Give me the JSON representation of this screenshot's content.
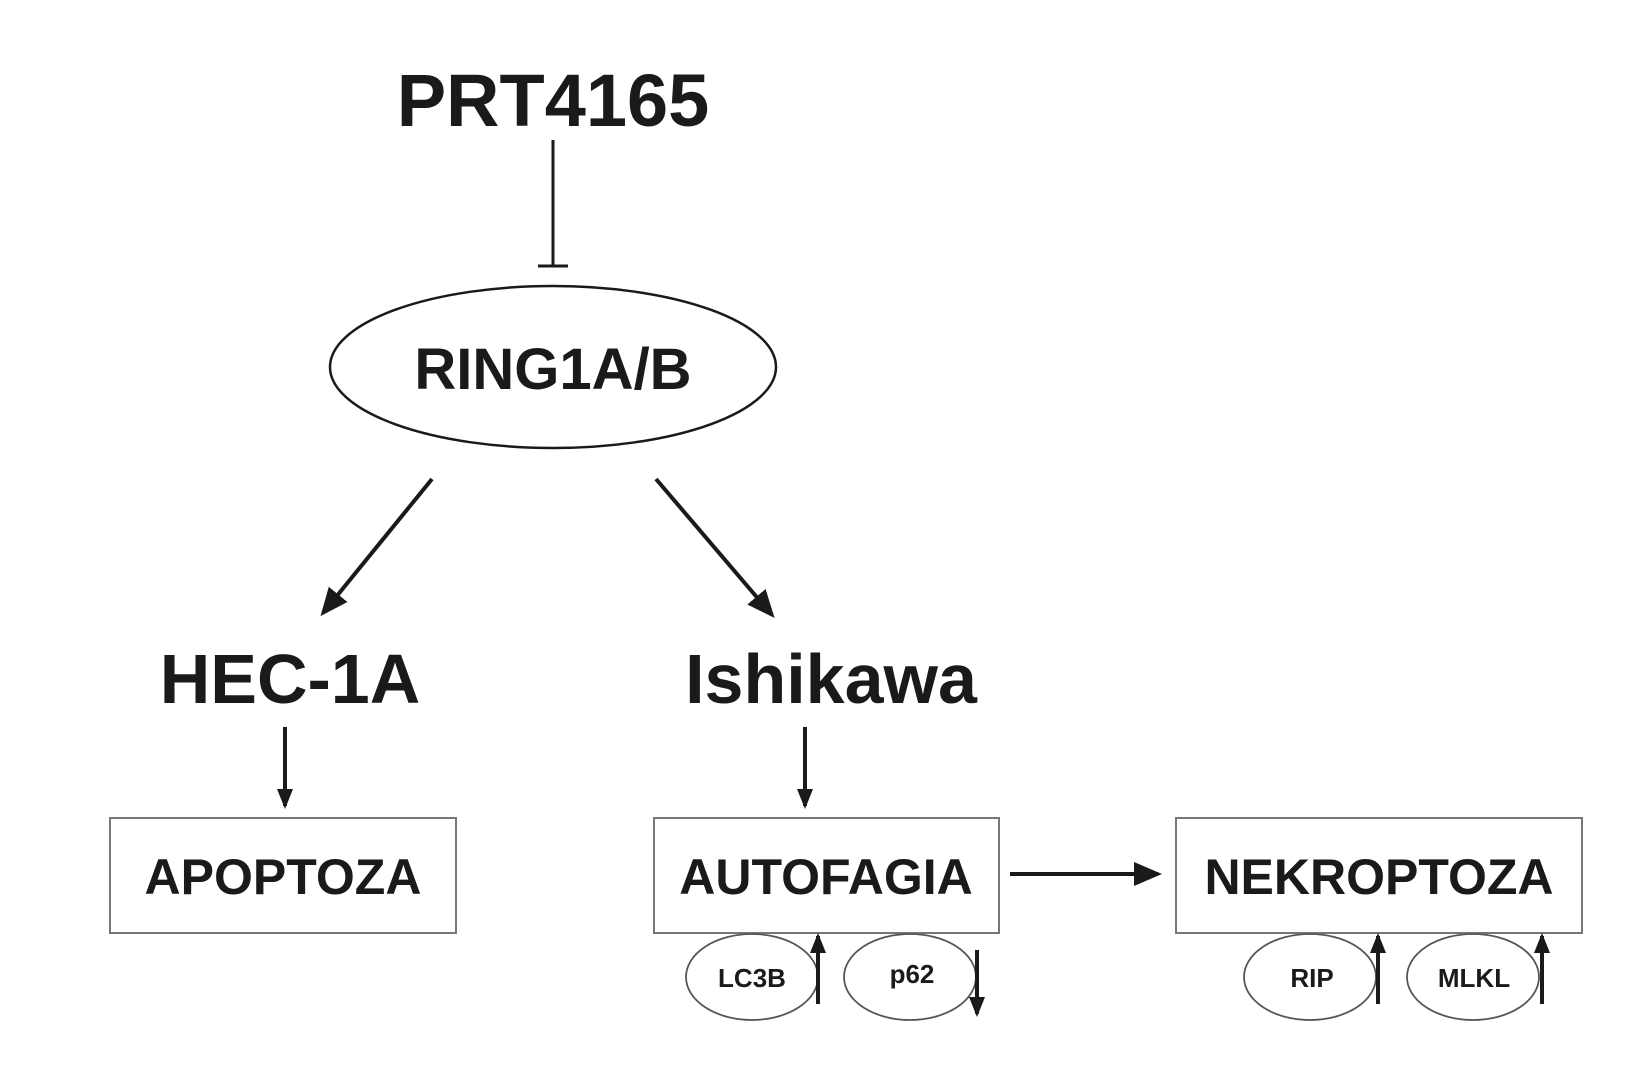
{
  "diagram": {
    "drug": "PRT4165",
    "target": "RING1A/B",
    "cell_lines": {
      "left": "HEC-1A",
      "right": "Ishikawa"
    },
    "outcomes": {
      "apoptosis": "APOPTOZA",
      "autophagy": "AUTOFAGIA",
      "necroptosis": "NEKROPTOZA"
    },
    "markers": {
      "lc3b": {
        "label": "LC3B",
        "direction": "up"
      },
      "p62": {
        "label": "p62",
        "direction": "down"
      },
      "rip": {
        "label": "RIP",
        "direction": "up"
      },
      "mlkl": {
        "label": "MLKL",
        "direction": "up"
      }
    },
    "colors": {
      "ink": "#1a1a1a",
      "box_border": "#777777",
      "background": "#ffffff"
    }
  }
}
